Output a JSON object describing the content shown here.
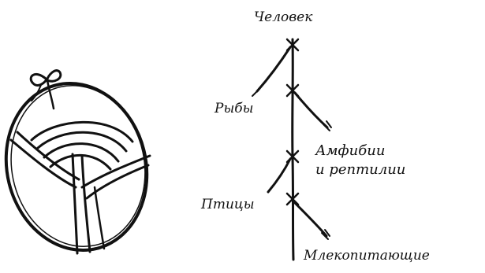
{
  "colors": {
    "ink": "#111111",
    "paper": "#ffffff"
  },
  "left_drawing": {
    "kind": "hand-drawn circle with three intertwined strands and a tied loop at the top"
  },
  "tree": {
    "labels": {
      "human": "Человек",
      "fish": "Рыбы",
      "amphibians_line1": "Амфибии",
      "amphibians_line2": "и рептилии",
      "birds": "Птицы",
      "mammals": "Млекопитающие"
    }
  }
}
